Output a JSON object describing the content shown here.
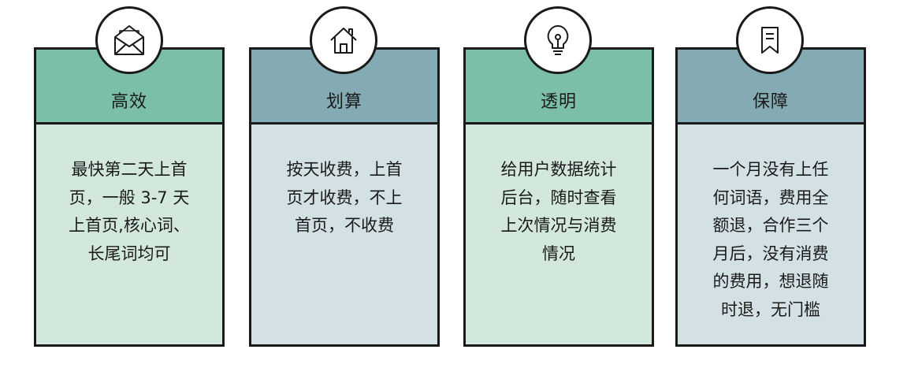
{
  "cards": [
    {
      "title": "高效",
      "icon": "envelope-icon",
      "text": "最快第二天上首\n页，一般 3-7 天\n上首页,核心词、\n长尾词均可"
    },
    {
      "title": "划算",
      "icon": "home-icon",
      "text": "按天收费，上首\n页才收费，不上\n首页，不收费"
    },
    {
      "title": "透明",
      "icon": "lightbulb-icon",
      "text": "给用户数据统计\n后台，随时查看\n上次情况与消费\n情况"
    },
    {
      "title": "保障",
      "icon": "bookmark-icon",
      "text": "一个月没有上任\n何词语，费用全\n额退，合作三个\n月后，没有消费\n的费用，想退随\n时退，无门槛"
    }
  ],
  "colors": {
    "green_header": "#7bbfa6",
    "green_body": "#d2e8dc",
    "slate_header": "#84abb3",
    "slate_body": "#d3e1e4",
    "border": "#1a1a1a"
  }
}
